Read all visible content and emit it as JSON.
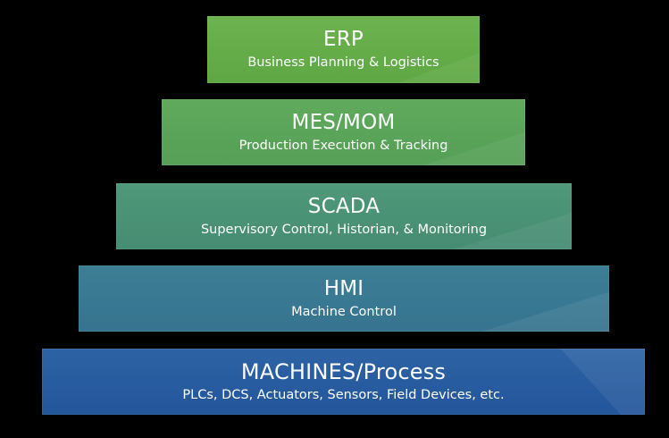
{
  "pyramid": {
    "tiers": [
      {
        "title": "ERP",
        "subtitle": "Business Planning & Logistics"
      },
      {
        "title": "MES/MOM",
        "subtitle": "Production Execution & Tracking"
      },
      {
        "title": "SCADA",
        "subtitle": "Supervisory Control, Historian, & Monitoring"
      },
      {
        "title": "HMI",
        "subtitle": "Machine Control"
      },
      {
        "title": "MACHINES/Process",
        "subtitle": "PLCs, DCS, Actuators, Sensors, Field Devices, etc."
      }
    ]
  },
  "colors": {
    "background": "#000000",
    "erp": "#6db34f",
    "mes": "#5faa5c",
    "scada": "#4f9878",
    "hmi": "#3d7f95",
    "machines": "#2d63a5",
    "text": "#ffffff"
  }
}
